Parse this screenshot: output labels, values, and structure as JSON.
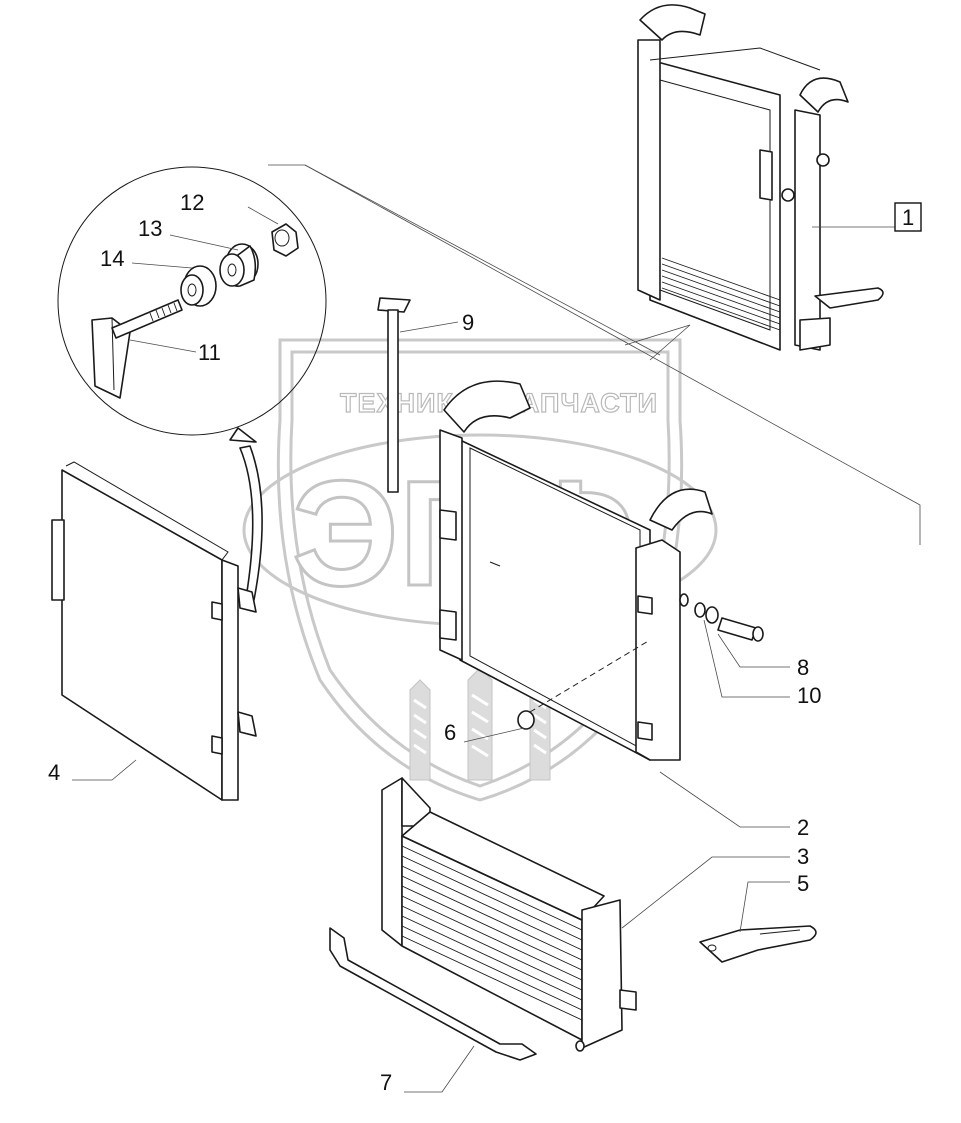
{
  "watermark": {
    "left_text": "ТЕХНИКА",
    "right_text": "ЗАПЧАСТИ",
    "big_text": "ЭПФ",
    "gear_icon": "gear-icon",
    "wheat_icon": "wheat-icon"
  },
  "callouts": {
    "p1": "1",
    "p2": "2",
    "p3": "3",
    "p4": "4",
    "p5": "5",
    "p6": "6",
    "p7": "7",
    "p8": "8",
    "p9": "9",
    "p10": "10",
    "p11": "11",
    "p12": "12",
    "p13": "13",
    "p14": "14"
  }
}
